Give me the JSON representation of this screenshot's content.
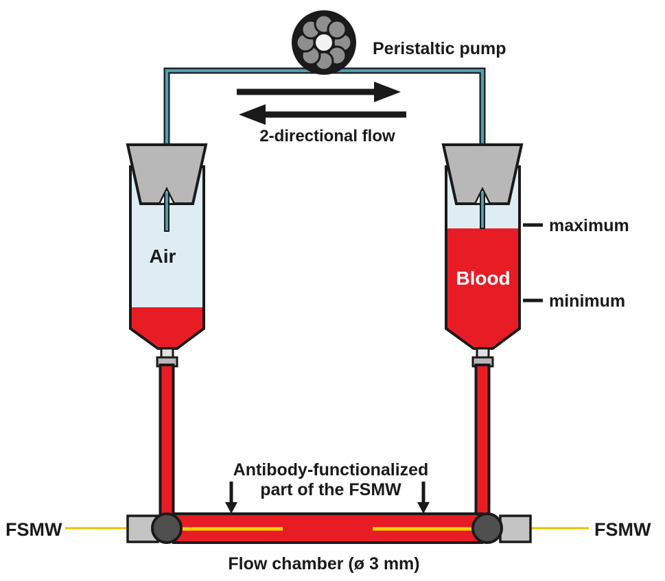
{
  "colors": {
    "blood_red": "#e81c24",
    "tube_teal": "#4d9fb0",
    "air_blue": "#ddedf3",
    "stopper_gray": "#b8b8b8",
    "connector_gray": "#c4c4c4",
    "valve_gray": "#4f4f4f",
    "roller_gray": "#8f8f8f",
    "wire_yellow": "#ffd400",
    "outline_black": "#1a1a1a"
  },
  "pump": {
    "label": "Peristaltic pump"
  },
  "flow": {
    "label": "2-directional flow"
  },
  "reservoirs": {
    "left": {
      "label": "Air"
    },
    "right": {
      "label": "Blood"
    },
    "level_max": "maximum",
    "level_min": "minimum"
  },
  "chamber": {
    "label": "Flow chamber (ø 3 mm)",
    "fsmw_left": "FSMW",
    "fsmw_right": "FSMW",
    "annotation_line1": "Antibody-functionalized",
    "annotation_line2": "part of the FSMW"
  }
}
